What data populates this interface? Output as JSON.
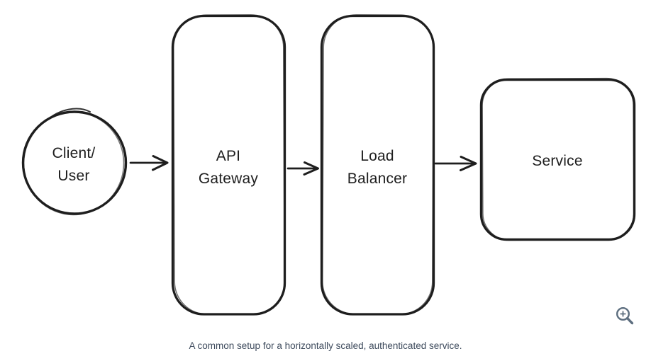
{
  "diagram": {
    "type": "flow",
    "style": "hand-drawn",
    "stroke_color": "#1e1e1e",
    "background_color": "#ffffff",
    "nodes": [
      {
        "id": "client",
        "shape": "circle",
        "label": "Client/\nUser"
      },
      {
        "id": "api-gateway",
        "shape": "rounded-rect",
        "label": "API\nGateway"
      },
      {
        "id": "load-balancer",
        "shape": "rounded-rect",
        "label": "Load\nBalancer"
      },
      {
        "id": "service",
        "shape": "rounded-rect",
        "label": "Service"
      }
    ],
    "edges": [
      {
        "from": "client",
        "to": "api-gateway",
        "type": "arrow"
      },
      {
        "from": "api-gateway",
        "to": "load-balancer",
        "type": "arrow"
      },
      {
        "from": "load-balancer",
        "to": "service",
        "type": "arrow"
      }
    ]
  },
  "caption": {
    "text": "A common setup for a horizontally scaled, authenticated service.",
    "color": "#3d4a5c"
  },
  "zoom_control": {
    "icon": "zoom-in-icon",
    "color": "#5d6e7f"
  }
}
